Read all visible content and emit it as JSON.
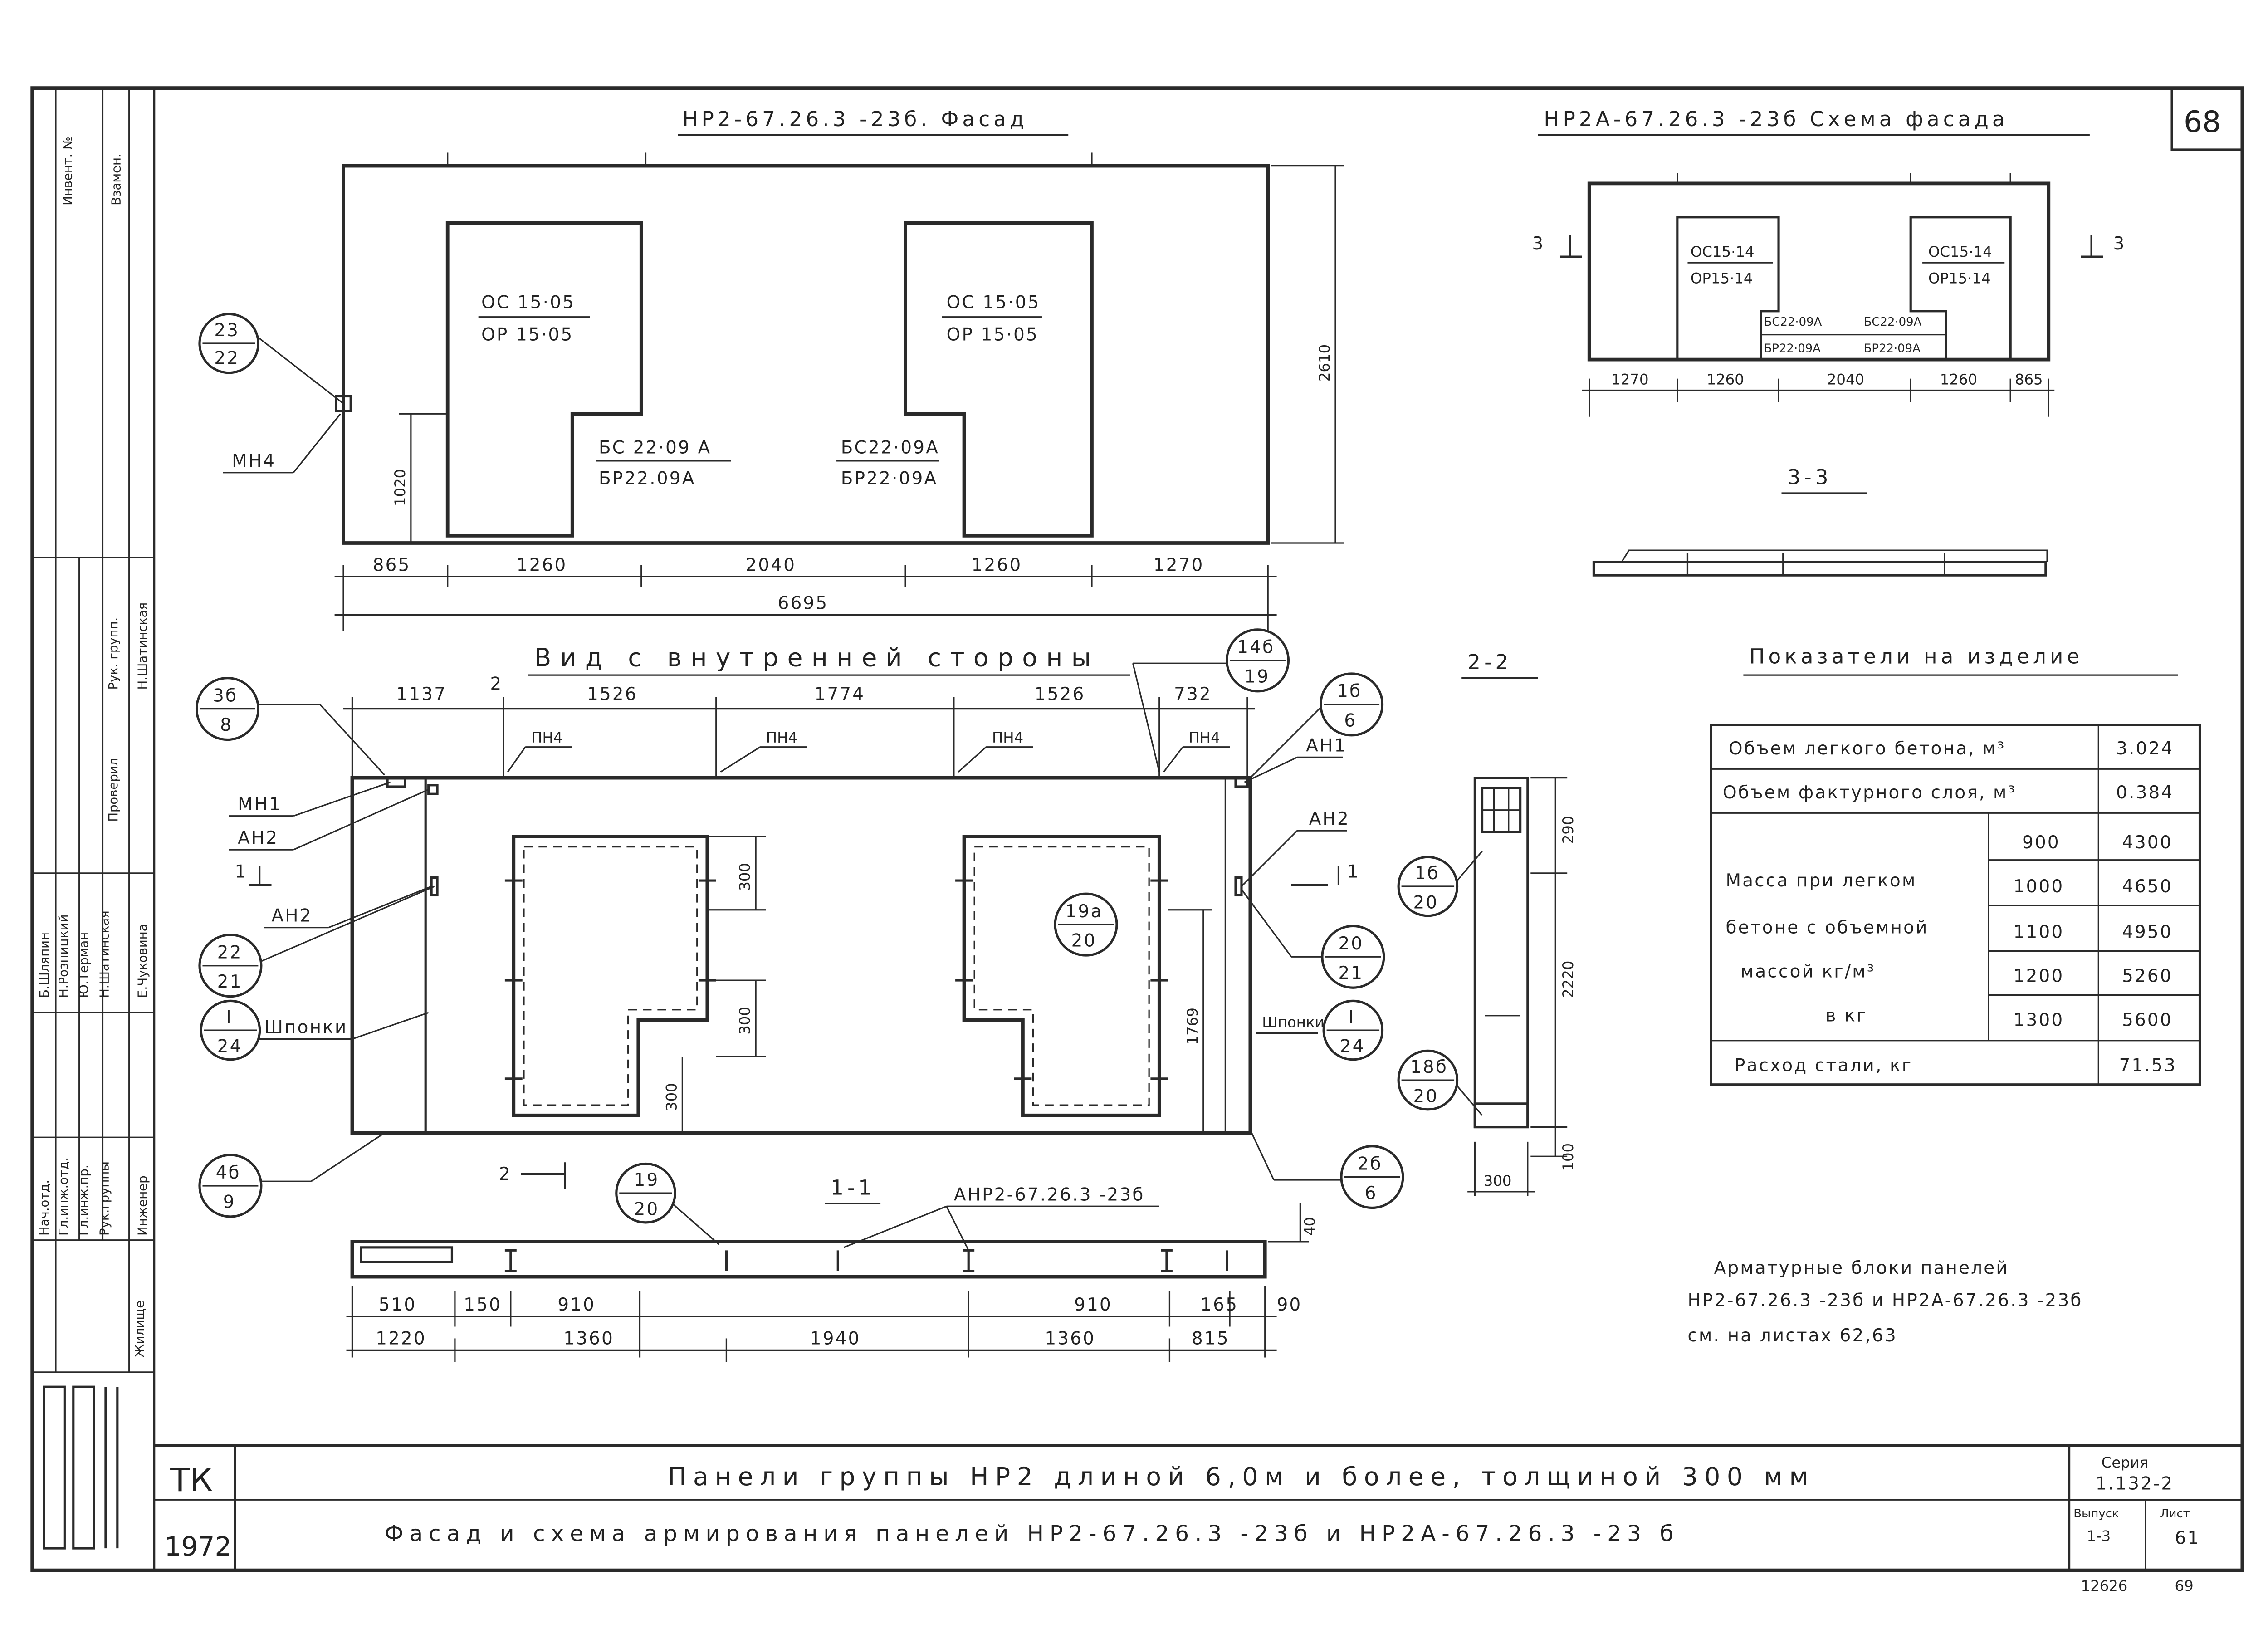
{
  "sheet": {
    "number": "68",
    "footer_series_label": "Серия",
    "footer_series": "1.132-2",
    "footer_issue_label": "Выпуск",
    "footer_issue": "1-3",
    "footer_sheet_label": "Лист",
    "footer_sheet": "61",
    "stamp_number": "12626",
    "stamp_page": "69",
    "tk": "ТК",
    "year": "1972",
    "title_line1": "Панели группы НР2 длиной 6,0м и более, толщиной 300 мм",
    "title_line2": "Фасад и схема армирования панелей НР2-67.26.3 -23б и НР2А-67.26.3 -23 б"
  },
  "left_stamp": {
    "inv_label": "Инвент. №",
    "vzamen_label": "Взамен.",
    "roles": [
      "Нач.отд.",
      "Гл.инж.отд.",
      "Гл.инж.пр.",
      "Рук.группы",
      "Инженер"
    ],
    "names": [
      "Б.Шляпин",
      "Н.Розницкий",
      "Ю.Терман",
      "Н.Шатинская",
      "Е.Чуковина"
    ],
    "check_title": "Проверил",
    "check_role": "Рук. групп.",
    "check_name": "Н.Шатинская",
    "zhilishche": "Жилище"
  },
  "facade": {
    "title": "НР2-67.26.3 -23б. Фасад",
    "opening1_top": "ОС 15·05",
    "opening1_bottom": "ОР 15·05",
    "opening2_top": "ОС 15·05",
    "opening2_bottom": "ОР 15·05",
    "door1_top": "БС 22·09 А",
    "door1_bottom": "БР22.09А",
    "door2_top": "БС22·09А",
    "door2_bottom": "БР22·09А",
    "callout_top": "23",
    "callout_bottom": "22",
    "mn_label": "МН4",
    "dim_height": "2610",
    "dim_1020": "1020",
    "dims_bottom": [
      "865",
      "1260",
      "2040",
      "1260",
      "1270"
    ],
    "dim_total": "6695"
  },
  "scheme": {
    "title": "НР2А-67.26.3 -23б  Схема фасада",
    "win_left_top": "ОС15·14",
    "win_left_bottom": "ОР15·14",
    "win_right_top": "ОС15·14",
    "win_right_bottom": "ОР15·14",
    "door_left_top": "БС22·09А",
    "door_left_bottom": "БР22·09А",
    "door_right_top": "БС22·09А",
    "door_right_bottom": "БР22·09А",
    "cut_left": "3",
    "cut_right": "3",
    "dims": [
      "1270",
      "1260",
      "2040",
      "1260",
      "865"
    ],
    "section_title": "3-3"
  },
  "interior": {
    "title": "Вид с внутренней стороны",
    "dims_top": [
      "1137",
      "1526",
      "1774",
      "1526",
      "732"
    ],
    "pn_labels": [
      "ПН4",
      "ПН4",
      "ПН4",
      "ПН4"
    ],
    "cut2": "2",
    "left_labels": [
      "МН1",
      "АН2",
      "АН2",
      "Шпонки"
    ],
    "right_labels": [
      "АН1",
      "АН2",
      "Шпонки"
    ],
    "cut1": "1",
    "callouts": [
      {
        "top": "3б",
        "bottom": "8"
      },
      {
        "top": "22",
        "bottom": "21"
      },
      {
        "top": "I",
        "bottom": "24"
      },
      {
        "top": "4б",
        "bottom": "9"
      },
      {
        "top": "14б",
        "bottom": "19"
      },
      {
        "top": "1б",
        "bottom": "6"
      },
      {
        "top": "19а",
        "bottom": "20"
      },
      {
        "top": "20",
        "bottom": "21"
      },
      {
        "top": "I",
        "bottom": "24"
      },
      {
        "top": "2б",
        "bottom": "6"
      },
      {
        "top": "19",
        "bottom": "20"
      }
    ],
    "dim_300a": "300",
    "dim_300b": "300",
    "dim_300c": "300",
    "dim_1769": "1769"
  },
  "section_22": {
    "title": "2-2",
    "dim_290": "290",
    "dim_2220": "2220",
    "dim_100": "100",
    "dim_300": "300",
    "callout1_top": "1б",
    "callout1_bottom": "20",
    "callout2_top": "18б",
    "callout2_bottom": "20"
  },
  "section_11": {
    "title": "1-1",
    "block_label": "АНР2-67.26.3 -23б",
    "dim_40": "40",
    "dims_row1": [
      "510",
      "150",
      "910",
      "910",
      "165",
      "90"
    ],
    "dims_row2": [
      "1220",
      "1360",
      "1940",
      "1360",
      "815"
    ]
  },
  "indicators": {
    "title": "Показатели на изделие",
    "row_concrete_label": "Объем легкого бетона, м³",
    "row_concrete_value": "3.024",
    "row_facing_label": "Объем фактурного слоя, м³",
    "row_facing_value": "0.384",
    "mass_label_lines": [
      "Масса при легком",
      "бетоне с объемной",
      "массой  кг/м³",
      "в кг"
    ],
    "mass_rows": [
      {
        "density": "900",
        "mass": "4300"
      },
      {
        "density": "1000",
        "mass": "4650"
      },
      {
        "density": "1100",
        "mass": "4950"
      },
      {
        "density": "1200",
        "mass": "5260"
      },
      {
        "density": "1300",
        "mass": "5600"
      }
    ],
    "steel_label": "Расход стали, кг",
    "steel_value": "71.53"
  },
  "note": {
    "line1": "Арматурные блоки панелей",
    "line2": "НР2-67.26.3 -23б и НР2А-67.26.3 -23б",
    "line3": "см. на листах 62,63"
  }
}
